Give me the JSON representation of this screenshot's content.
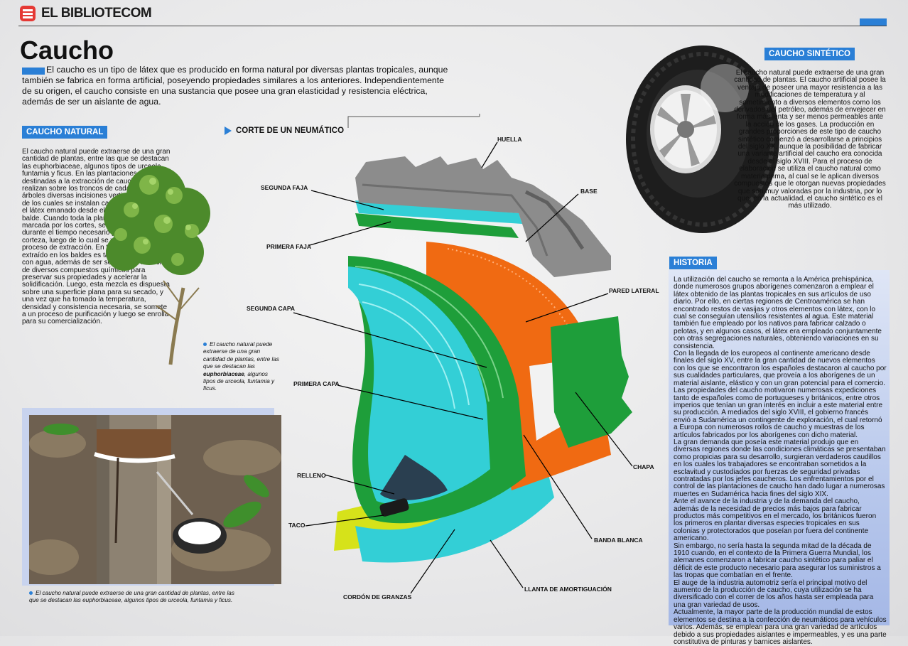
{
  "brand": {
    "name": "EL BIBLIOTECOM",
    "logo_icon": "stacked-books-icon",
    "accent": "#2a7fd6"
  },
  "title": "Caucho",
  "intro": "El caucho es un tipo de látex que es producido en forma natural por diversas plantas tropicales, aunque también se fabrica en forma artificial, poseyendo propiedades similares a los anteriores. Independientemente de su origen, el caucho consiste en una sustancia que posee una gran elasticidad y resistencia eléctrica, además de ser un aislante de agua.",
  "natural": {
    "heading": "CAUCHO NATURAL",
    "body": "El caucho natural puede extraerse de una gran cantidad de plantas, entre las que se destacan las euphorbiaceae, algunos tipos de urceola, funtamia y ficus. En las plantaciones destinadas a la extracción de caucho, se realizan sobre los troncos de cada uno de los árboles diversas incisiones verticales, debajo de los cuales se instalan canaletas que dirigen el látex emanado desde el corte hacia un balde. Cuando toda la planta se encuentra marcada por los cortes, se la deja recuperarse durante el tiempo necesario para regenerar su corteza, luego de lo cual se vuelve a realizar el proceso de extracción. En tanto, el látex extraído en los baldes es tamizado y mezclado con agua, además de ser sometido a la acción de diversos compuestos químicos para preservar sus propiedades y acelerar la solidificación. Luego, esta mezcla es dispuesta sobre una superficie plana para su secado, y una vez que ha tomado la temperatura, densidad y consistencia necesaria, se somete a un proceso de purificación y luego se enrolla para su comercialización.",
    "plant_caption_a": "El caucho natural puede extraerse de una gran cantidad de plantas, entre las que se destacan las ",
    "plant_caption_b": "euphorbiaceae",
    "plant_caption_c": ", algunos tipos de urceola, funtamia y ficus.",
    "photo_caption": "El caucho natural puede extraerse de una gran cantidad de plantas, entre las que se destacan las euphorbiaceae, algunos tipos de urceola, funtamia y ficus."
  },
  "sintetico": {
    "heading": "CAUCHO SINTÉTICO",
    "body": "El caucho natural puede extraerse de una gran cantidad de plantas. El caucho artificial posee la ventaja de poseer una mayor resistencia a las modificaciones de temperatura y al sometimiento a diversos elementos como los derivados del petróleo, además de envejecer en forma más lenta y ser menos permeables ante la acción de los gases. La producción en grandes proporciones de este tipo de caucho sintético comenzó a desarrollarse a principios del siglo XX, aunque la posibilidad de fabricar una variante artificial del caucho era conocida desde el siglo XVIII. Para el proceso de elaboración se utiliza el caucho natural como materia prima, al cual se le aplican diversos compuestos que le otorgan nuevas propiedades que son muy valoradas por la industria, por lo que, en la actualidad, el caucho sintético es el más utilizado."
  },
  "historia": {
    "heading": "HISTORIA",
    "paragraphs": [
      "La utilización del caucho se remonta a la América prehispánica, donde numerosos grupos aborígenes comenzaron a emplear el látex obtenido de las plantas tropicales en sus artículos de uso diario. Por ello, en ciertas regiones de Centroamérica se han encontrado restos de vasijas y otros elementos con látex, con lo cual se conseguían utensilios resistentes al agua. Este material también fue empleado por los nativos para fabricar calzado o pelotas, y en algunos casos, el látex era empleado conjuntamente con otras segregaciones naturales, obteniendo variaciones en su consistencia.",
      "Con la llegada de los europeos al continente americano desde finales del siglo XV, entre la gran cantidad de nuevos elementos con los que se encontraron los españoles destacaron al caucho por sus cualidades particulares, que proveía a los aborígenes de un material aislante, elástico y con un gran potencial para el comercio.",
      "Las propiedades del caucho motivaron numerosas expediciones tanto de españoles como de portugueses y británicos, entre otros imperios que tenían un gran interés en incluir a este material entre su producción. A mediados del siglo XVIII, el gobierno francés envió a Sudamérica un contingente de exploración, el cual retornó a Europa con numerosos rollos de caucho y muestras de los artículos fabricados por los aborígenes con dicho material.",
      "La gran demanda que poseía este material produjo que en diversas regiones donde las condiciones climáticas se presentaban como propicias para su desarrollo, surgieran verdaderos caudillos en los cuales los trabajadores se encontraban sometidos a la esclavitud y custodiados por fuerzas de seguridad privadas contratadas por los jefes caucheros. Los enfrentamientos por el control de las plantaciones de caucho han dado lugar a numerosas muertes en Sudamérica hacia fines del siglo XIX.",
      "Ante el avance de la industria y de la demanda del caucho, además de la necesidad de precios más bajos para fabricar productos más competitivos en el mercado, los británicos fueron los primeros en plantar diversas especies tropicales en sus colonias y protectorados que poseían por fuera del continente americano.",
      "Sin embargo, no sería hasta la segunda mitad de la década de 1910 cuando, en el contexto de la Primera Guerra Mundial, los alemanes comenzaron a fabricar caucho sintético para paliar el déficit de este producto necesario para asegurar los suministros a las tropas que combatían en el frente.",
      "El auge de la industria automotriz sería el principal motivo del aumento de la producción de caucho, cuya utilización se ha diversificado con el correr de los años hasta ser empleada para una gran variedad de usos.",
      "Actualmente, la mayor parte de la producción mundial de estos elementos se destina a la confección de neumáticos para vehículos varios. Además, se emplean para una gran variedad de artículos debido a sus propiedades aislantes e impermeables, y es una parte constitutiva de pinturas y barnices aislantes."
    ]
  },
  "diagram": {
    "title": "CORTE DE UN NEUMÁTICO",
    "labels": {
      "huella": "HUELLA",
      "base": "BASE",
      "segunda_faja": "SEGUNDA FAJA",
      "primera_faja": "PRIMERA FAJA",
      "pared_lateral": "PARED LATERAL",
      "segunda_capa": "SEGUNDA CAPA",
      "primera_capa": "PRIMERA CAPA",
      "chapa": "CHAPA",
      "relleno": "RELLENO",
      "taco": "TACO",
      "banda_blanca": "BANDA BLANCA",
      "cordon_granzas": "CORDÓN DE GRANZAS",
      "llanta": "LLANTA DE AMORTIGUACIÓN"
    },
    "colors": {
      "tread": "#8c8c8c",
      "cyan": "#33cfd6",
      "green": "#1e9e3a",
      "orange": "#f06a12",
      "white_band": "#f2f2f2",
      "yellow": "#d6e21a"
    }
  }
}
